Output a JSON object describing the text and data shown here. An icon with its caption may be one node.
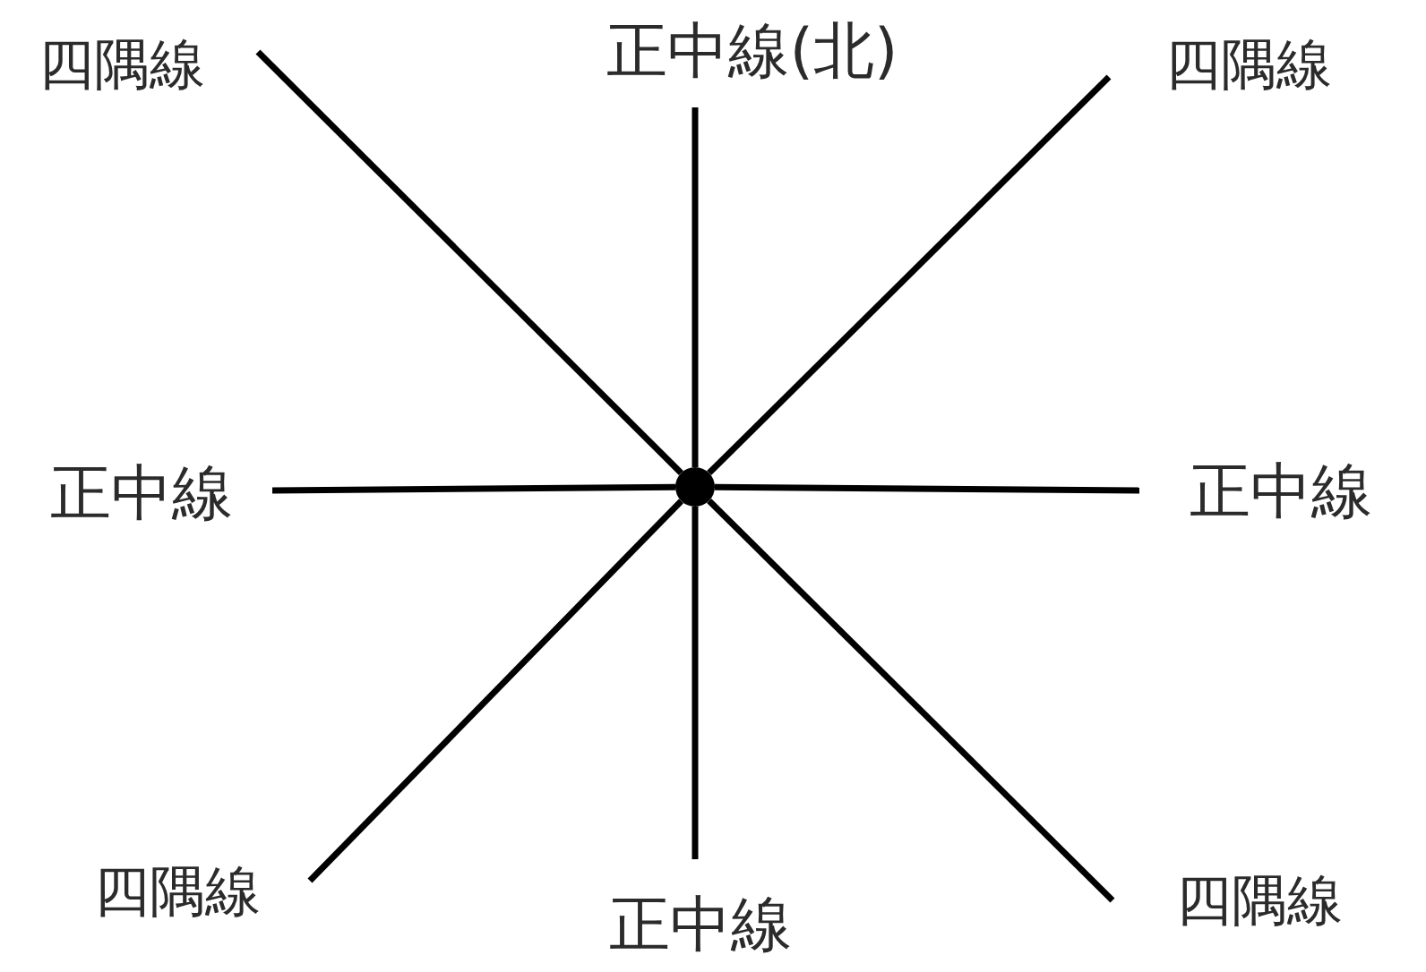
{
  "diagram": {
    "nodes": [
      {
        "text": [
          "四隅線"
        ]
      },
      {
        "text": [
          "正中線(北)"
        ]
      },
      {
        "text": [
          "四隅線"
        ]
      },
      {
        "text": [
          "正中線"
        ]
      },
      {
        "text": [],
        "shape": "circle"
      },
      {
        "text": [
          "正中線"
        ]
      },
      {
        "text": [
          "四隅線"
        ]
      },
      {
        "text": [
          "正中線"
        ]
      },
      {
        "text": [
          "四隅線"
        ]
      }
    ],
    "edges": [
      {
        "from": 4,
        "to": 0,
        "arrow": "none"
      },
      {
        "from": 4,
        "to": 1,
        "arrow": "none"
      },
      {
        "from": 4,
        "to": 2,
        "arrow": "none"
      },
      {
        "from": 4,
        "to": 3,
        "arrow": "none"
      },
      {
        "from": 4,
        "to": 5,
        "arrow": "none"
      },
      {
        "from": 4,
        "to": 6,
        "arrow": "none"
      },
      {
        "from": 4,
        "to": 7,
        "arrow": "none"
      },
      {
        "from": 4,
        "to": 8,
        "arrow": "none"
      }
    ]
  }
}
